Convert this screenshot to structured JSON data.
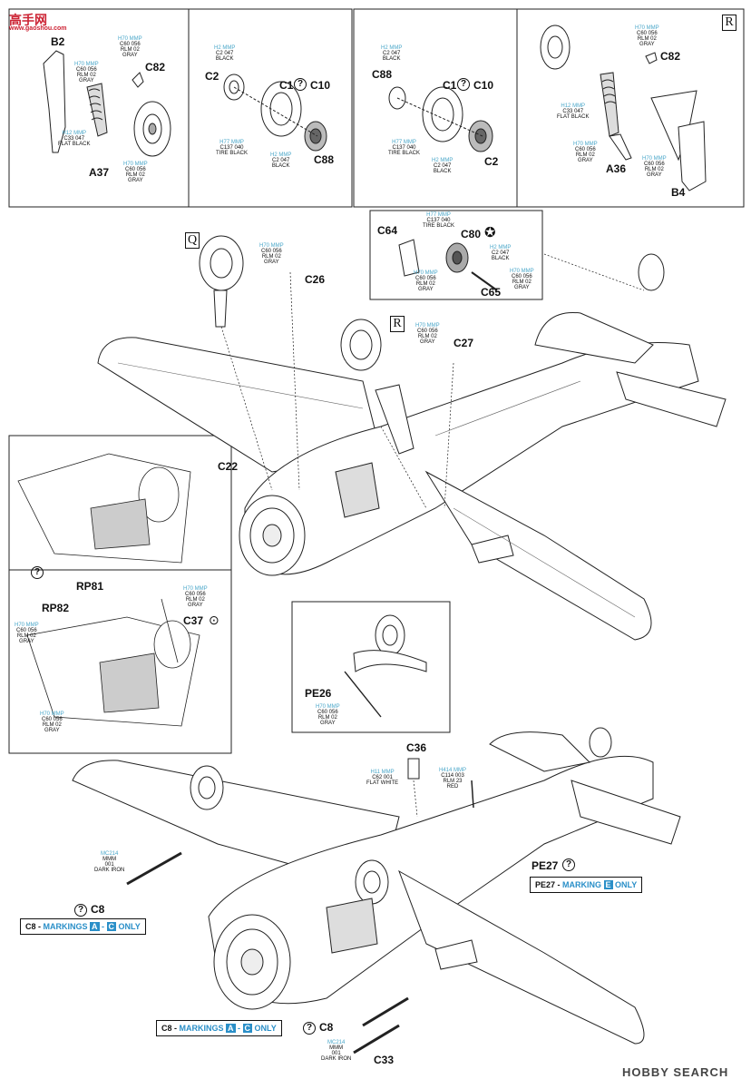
{
  "watermark": {
    "top_left_text": "高手网",
    "top_left_sub": "www.gaoshou.com",
    "bottom_right_text": "HOBBY SEARCH"
  },
  "box_labels": {
    "r_top": "R",
    "q": "Q",
    "r_mid": "R"
  },
  "parts": {
    "b2": "B2",
    "c82a": "C82",
    "a37": "A37",
    "c2a": "C2",
    "c1a": "C1",
    "c10a": "C10",
    "c88a": "C88",
    "c88b": "C88",
    "c1b": "C1",
    "c10b": "C10",
    "c2b": "C2",
    "c82b": "C82",
    "a36": "A36",
    "b4": "B4",
    "c26": "C26",
    "c64": "C64",
    "c80": "C80",
    "c65": "C65",
    "c27": "C27",
    "c22": "C22",
    "rp81": "RP81",
    "rp82": "RP82",
    "c37": "C37",
    "pe26": "PE26",
    "c36": "C36",
    "pe27": "PE27",
    "c8a": "C8",
    "c8b": "C8",
    "c33": "C33"
  },
  "paints": {
    "h70": {
      "code": "H70  MMP",
      "num": "C60   056",
      "name": "RLM 02",
      "name2": "GRAY"
    },
    "h2": {
      "code": "H2   MMP",
      "num": "C2   047",
      "name": "BLACK",
      "name2": ""
    },
    "h77": {
      "code": "H77  MMP",
      "num": "C137  040",
      "name": "TIRE BLACK",
      "name2": ""
    },
    "h12": {
      "code": "H12  MMP",
      "num": "C33   047",
      "name": "FLAT BLACK",
      "name2": ""
    },
    "h11": {
      "code": "H11  MMP",
      "num": "C62   001",
      "name": "FLAT WHITE",
      "name2": ""
    },
    "h414": {
      "code": "H414 MMP",
      "num": "C114  003",
      "name": "RLM 23",
      "name2": "RED"
    },
    "mc214": {
      "code": "MC214",
      "num": "MMM",
      "num2": "001",
      "name": "DARK IRON"
    }
  },
  "notes": {
    "pe27_marking": {
      "prefix": "PE27 - ",
      "word": "MARKING ",
      "letter": "E",
      "suffix": " ONLY"
    },
    "c8_markings_left": {
      "prefix": "C8 - ",
      "word": "MARKINGS ",
      "l1": "A",
      "dash": " - ",
      "l2": "C",
      "suffix": " ONLY"
    },
    "c8_markings_bottom": {
      "prefix": "C8 - ",
      "word": "MARKINGS ",
      "l1": "A",
      "dash": " - ",
      "l2": "C",
      "suffix": " ONLY"
    }
  },
  "unsure_symbol": "?"
}
